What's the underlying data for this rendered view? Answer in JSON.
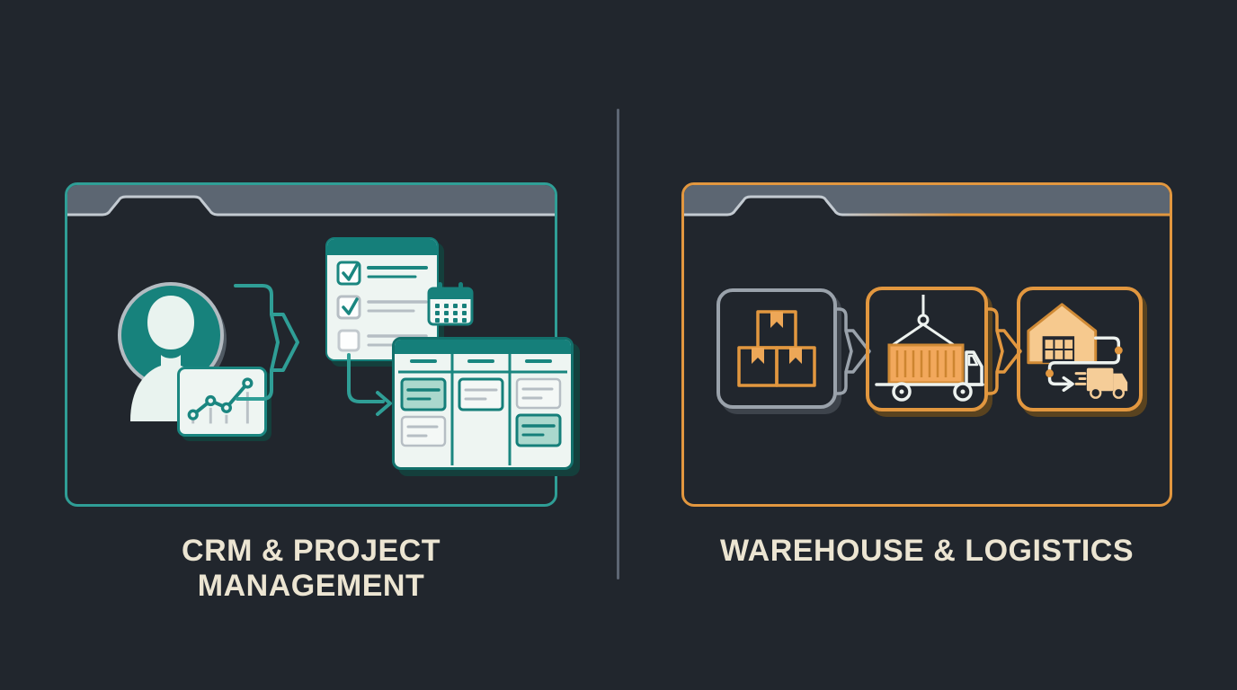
{
  "canvas": {
    "background_color": "#21262d",
    "divider_color": "#5d6673",
    "title_color": "#ece5d2"
  },
  "left_panel": {
    "title": "CRM & PROJECT MANAGEMENT",
    "accent_color": "#2f9e96",
    "accent_dark_color": "#157f7a",
    "card_bg_color": "#eef5f2",
    "mint_fill_color": "#aad8cd",
    "folder_bar_color": "#5c6672",
    "folder_bar_edge_color": "#c3cad1",
    "workflow_icons": [
      {
        "icon": "user-avatar"
      },
      {
        "icon": "line-chart"
      },
      {
        "icon": "flow-arrow-right"
      },
      {
        "icon": "checklist"
      },
      {
        "icon": "calendar"
      },
      {
        "icon": "flow-arrow-down"
      },
      {
        "icon": "kanban-board"
      }
    ]
  },
  "right_panel": {
    "title": "WAREHOUSE & LOGISTICS",
    "accent_color": "#e2973f",
    "light_orange_color": "#f6c98e",
    "gray_color": "#9aa2ab",
    "folder_bar_color": "#5c6672",
    "folder_bar_edge_color": "#c3cad1",
    "steps": [
      {
        "icon": "stacked-boxes",
        "border_color": "#9aa2ab"
      },
      {
        "icon": "crane-container-truck",
        "border_color": "#e2973f"
      },
      {
        "icon": "warehouse-delivery-route",
        "border_color": "#e2973f"
      }
    ],
    "arrow_colors": [
      "#9aa2ab",
      "#e2973f"
    ]
  }
}
